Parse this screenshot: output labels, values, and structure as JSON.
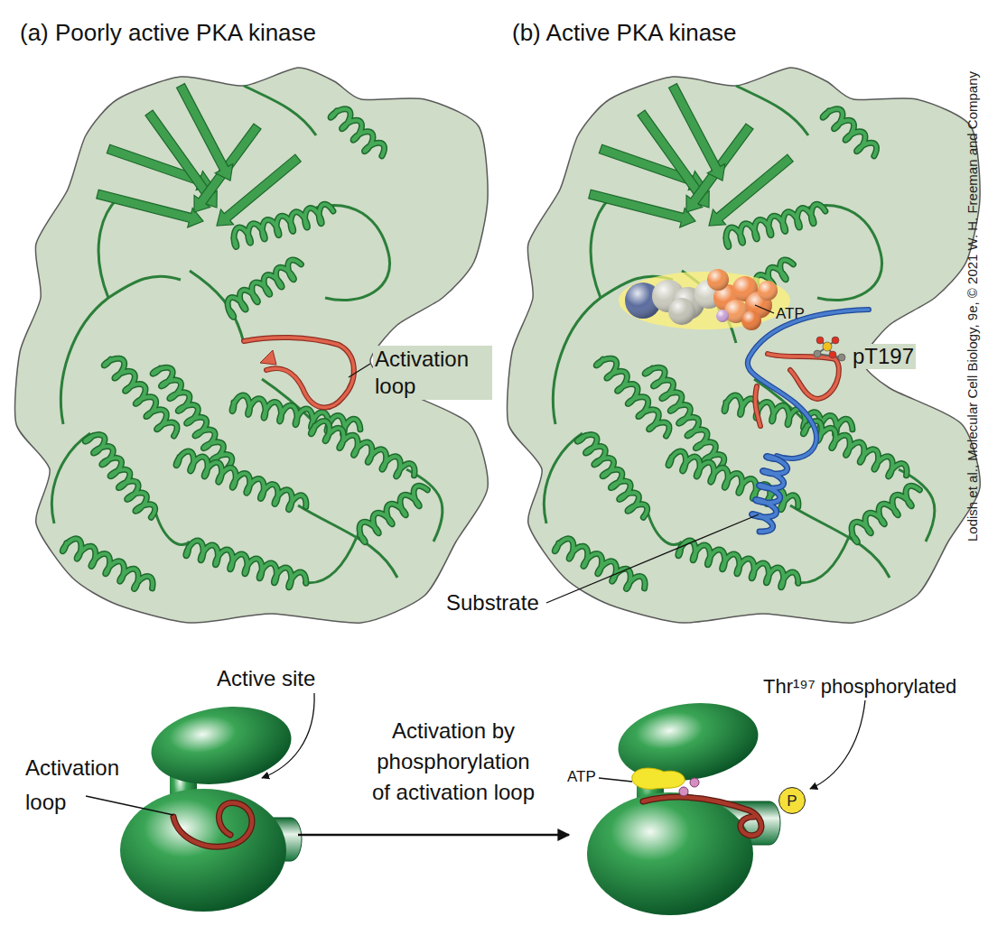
{
  "diagram": {
    "nodes": [
      {
        "text": [
          "P"
        ]
      }
    ],
    "labels": [
      "(a) Poorly active PKA kinase",
      "(b) Active PKA kinase",
      "Activation loop",
      "ATP",
      "pT197",
      "Substrate",
      "Active site",
      "Activation loop",
      "Activation by phosphorylation of activation loop",
      "ATP",
      "Thr¹⁹⁷ phosphorylated",
      "Lodish et al., Molecular Cell Biology, 9e, © 2021 W. H. Freeman and Company"
    ]
  }
}
